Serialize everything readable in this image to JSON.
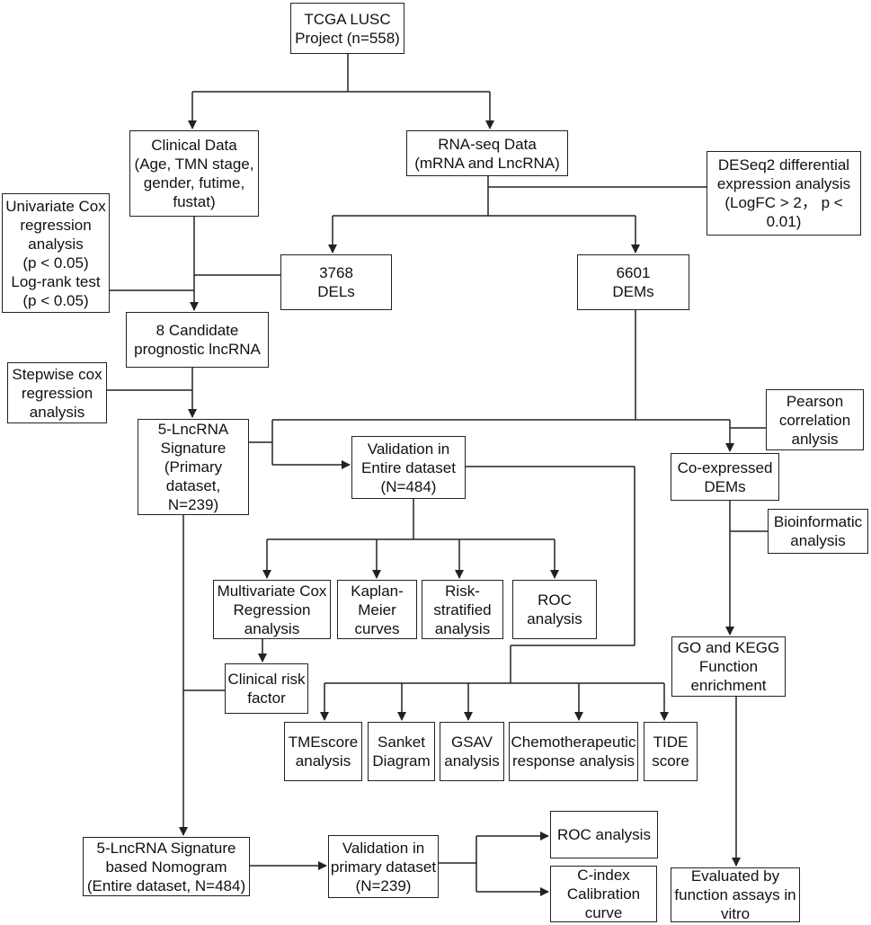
{
  "boxes": {
    "tcga": [
      "TCGA LUSC",
      "Project (n=558)"
    ],
    "clinical": [
      "Clinical Data",
      "(Age, TMN stage,",
      "gender, futime,",
      "fustat)"
    ],
    "rnaseq": [
      "RNA-seq Data",
      "(mRNA and LncRNA)"
    ],
    "deseq": [
      "DESeq2 differential",
      "expression analysis",
      "(LogFC > 2， p <",
      "0.01)"
    ],
    "univariate": [
      "Univariate Cox",
      "regression",
      "analysis",
      "(p < 0.05)",
      "Log-rank test",
      "(p  < 0.05)"
    ],
    "dels": [
      "3768",
      "DELs"
    ],
    "dems": [
      "6601",
      "DEMs"
    ],
    "candidate": [
      "8 Candidate",
      "prognostic lncRNA"
    ],
    "stepwise": [
      "Stepwise cox",
      "regression",
      "analysis"
    ],
    "signature": [
      "5-LncRNA",
      "Signature",
      "(Primary",
      "dataset,",
      "N=239)"
    ],
    "validation_entire": [
      "Validation in",
      "Entire dataset",
      "(N=484)"
    ],
    "pearson": [
      "Pearson",
      "correlation",
      "anlysis"
    ],
    "coexpressed": [
      "Co-expressed",
      "DEMs"
    ],
    "bioinformatic": [
      "Bioinformatic",
      "analysis"
    ],
    "multivariate": [
      "Multivariate Cox",
      "Regression",
      "analysis"
    ],
    "kaplan": [
      "Kaplan-",
      "Meier",
      "curves"
    ],
    "risk_stratified": [
      "Risk-",
      "stratified",
      "analysis"
    ],
    "roc_entire": [
      "ROC",
      "analysis"
    ],
    "go_kegg": [
      "GO and KEGG",
      "Function",
      "enrichment"
    ],
    "clinical_risk": [
      "Clinical risk",
      "factor"
    ],
    "tmescore": [
      "TMEscore",
      "analysis"
    ],
    "sanket": [
      "Sanket",
      "Diagram"
    ],
    "gsav": [
      "GSAV",
      "analysis"
    ],
    "chemo": [
      "Chemotherapeutic",
      "response analysis"
    ],
    "tide": [
      "TIDE",
      "score"
    ],
    "nomogram": [
      "5-LncRNA Signature",
      "based Nomogram",
      "(Entire dataset, N=484)"
    ],
    "validation_primary": [
      "Validation in",
      "primary dataset",
      "(N=239)"
    ],
    "roc_primary": [
      "ROC analysis"
    ],
    "cindex": [
      "C-index",
      "Calibration",
      "curve"
    ],
    "evaluated": [
      "Evaluated by",
      "function assays in",
      "vitro"
    ]
  }
}
